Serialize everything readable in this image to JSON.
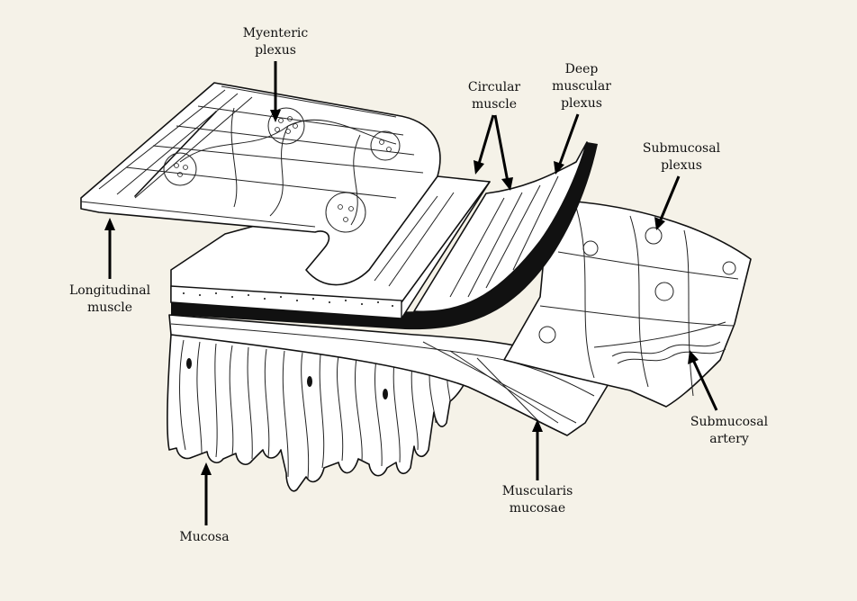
{
  "colors": {
    "background": "#f5f2e8",
    "ink": "#111111",
    "tissue": "#ffffff"
  },
  "labels": {
    "myenteric": [
      "Myenteric",
      "plexus"
    ],
    "circular": [
      "Circular",
      "muscle"
    ],
    "deep": [
      "Deep",
      "muscular",
      "plexus"
    ],
    "submucosal_plexus": [
      "Submucosal",
      "plexus"
    ],
    "longitudinal": [
      "Longitudinal",
      "muscle"
    ],
    "submucosal_artery": [
      "Submucosal",
      "artery"
    ],
    "muscularis_mucosae": [
      "Muscularis",
      "mucosae"
    ],
    "mucosa": [
      "Mucosa"
    ]
  }
}
